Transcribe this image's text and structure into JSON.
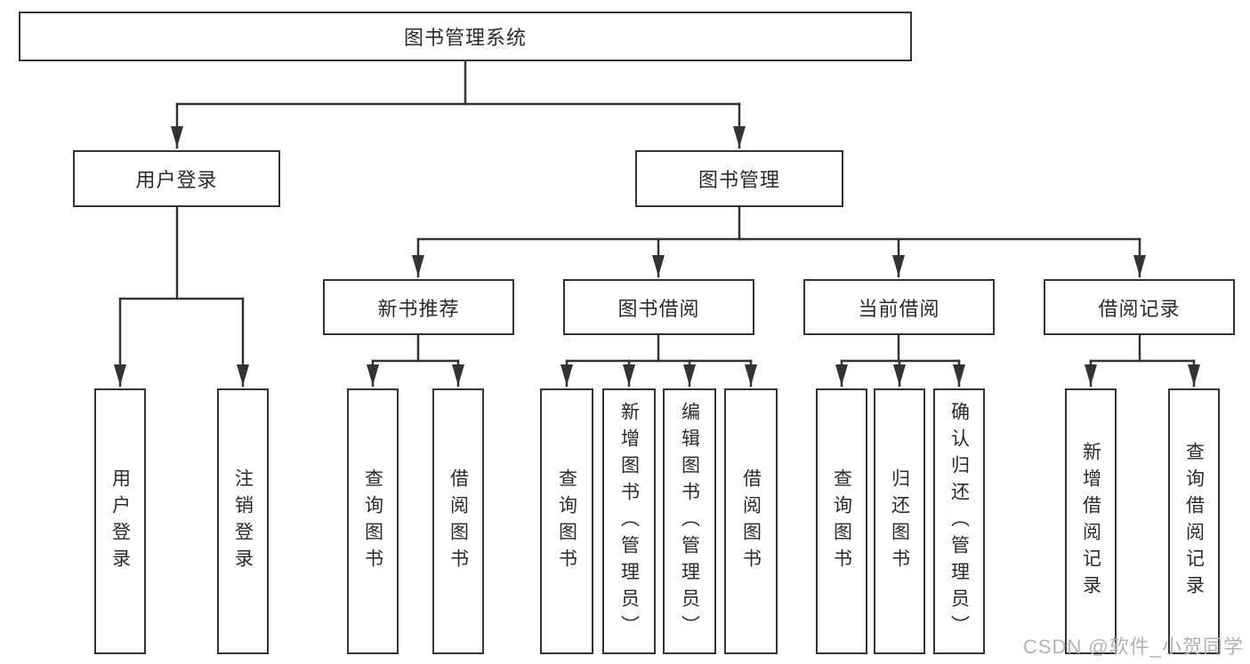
{
  "tree": {
    "root_label": "图书管理系统",
    "branches": [
      {
        "label": "用户登录",
        "children": [
          "用户登录",
          "注销登录"
        ]
      },
      {
        "label": "图书管理",
        "groups": [
          {
            "label": "新书推荐",
            "children": [
              "查询图书",
              "借阅图书"
            ]
          },
          {
            "label": "图书借阅",
            "children": [
              "查询图书",
              "新增图书（管理员）",
              "编辑图书（管理员）",
              "借阅图书"
            ]
          },
          {
            "label": "当前借阅",
            "children": [
              "查询图书",
              "归还图书",
              "确认归还（管理员）"
            ]
          },
          {
            "label": "借阅记录",
            "children": [
              "新增借阅记录",
              "查询借阅记录"
            ]
          }
        ]
      }
    ]
  },
  "watermark": "CSDN @软件_小贺同学",
  "colors": {
    "line": "#333333",
    "box_border": "#333333",
    "box_fill": "#ffffff",
    "text": "#2b2b2b",
    "watermark": "#b3b3b3",
    "background": "#ffffff"
  }
}
